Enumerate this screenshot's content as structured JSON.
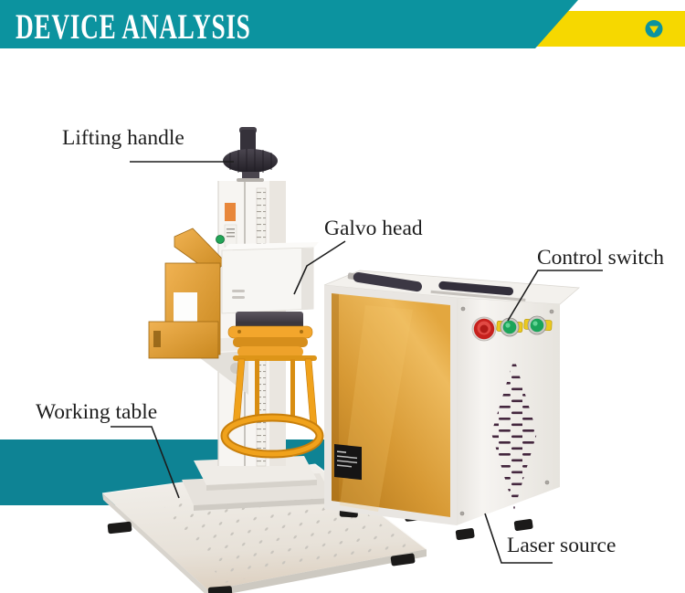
{
  "header": {
    "title": "DEVICE ANALYSIS",
    "dropdown_icon": "chevron-down"
  },
  "callouts": [
    {
      "id": "lifting-handle",
      "label": "Lifting handle"
    },
    {
      "id": "galvo-head",
      "label": "Galvo head"
    },
    {
      "id": "control-switch",
      "label": "Control switch"
    },
    {
      "id": "working-table",
      "label": "Working table"
    },
    {
      "id": "laser-source",
      "label": "Laser source"
    }
  ],
  "colors": {
    "header_teal": "#0c939f",
    "band_teal": "#0e8394",
    "ribbon_yellow": "#f6d800",
    "label_ink": "#1d1d1d",
    "machine_gold": "#dfa23e",
    "ring_orange": "#f0a21c",
    "estop_red": "#c6211d",
    "button_green": "#1ca45a",
    "vent_plum": "#44273e",
    "knob_black": "#35313a"
  }
}
